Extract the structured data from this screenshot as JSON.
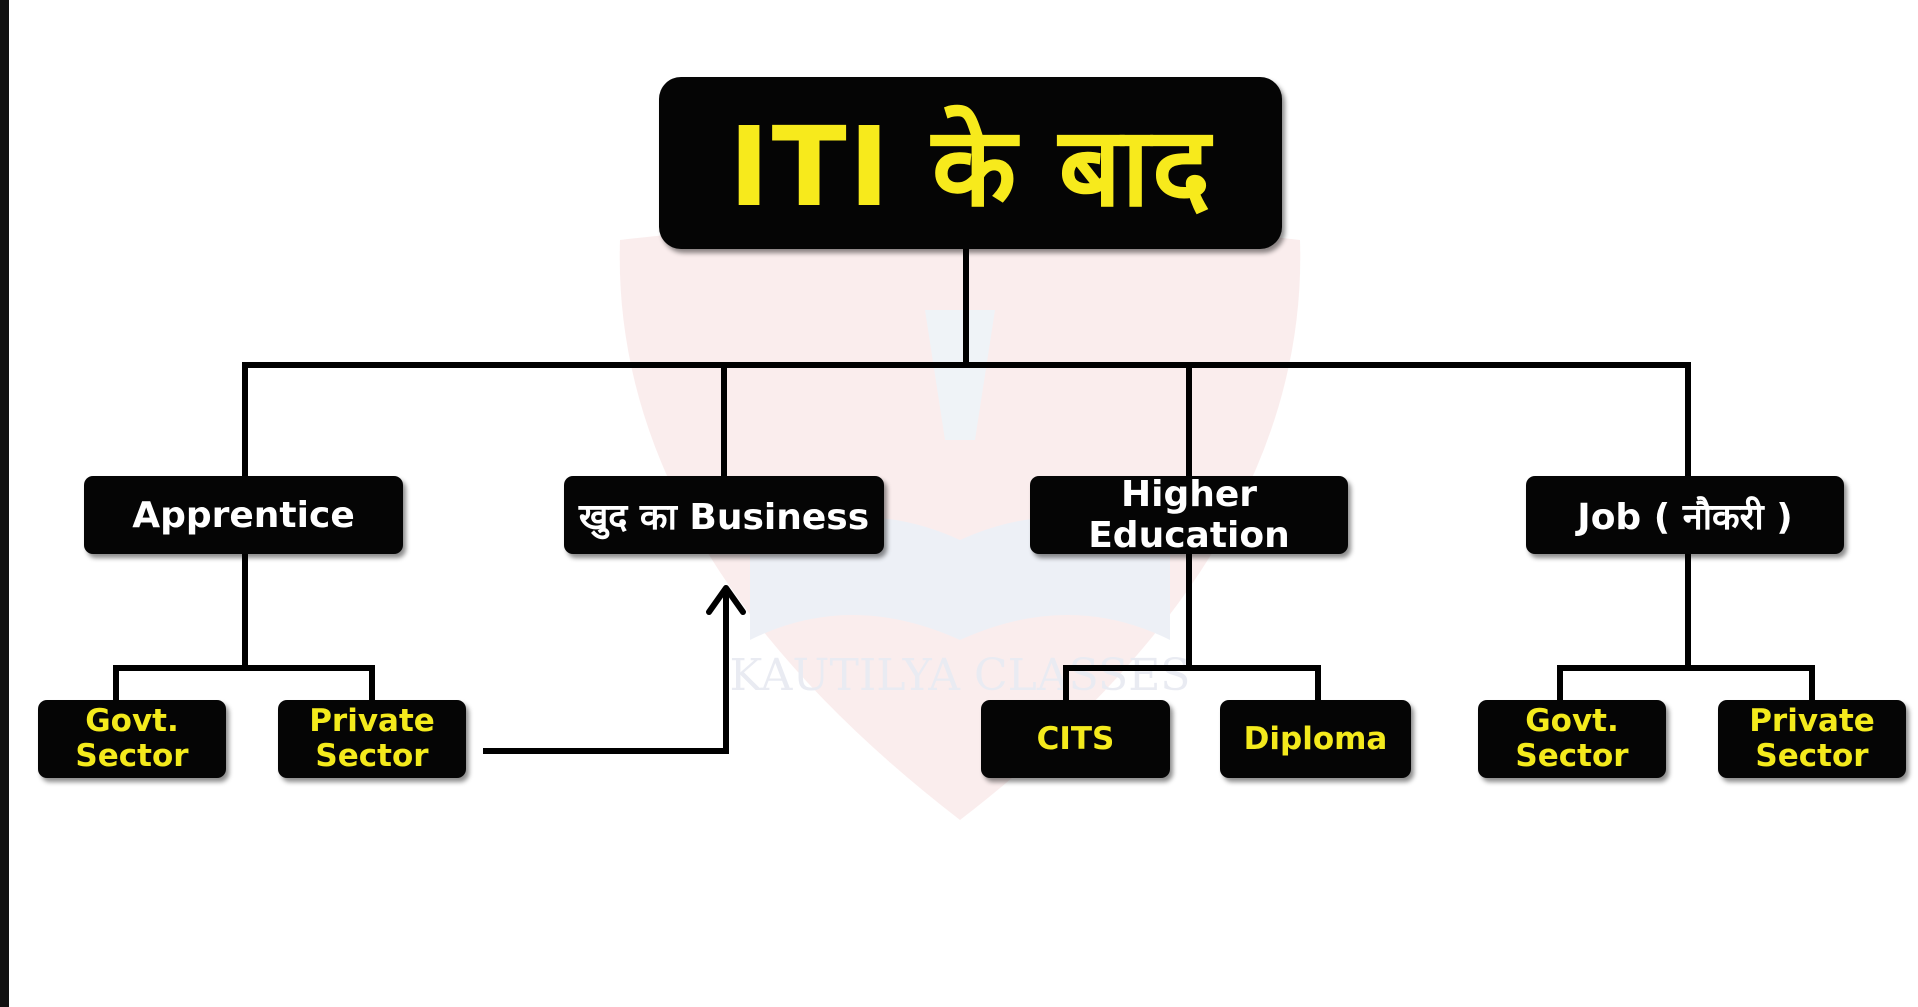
{
  "diagram": {
    "title": "ITI के बाद",
    "branches": [
      {
        "label": "Apprentice",
        "children": [
          "Govt.\nSector",
          "Private\nSector"
        ]
      },
      {
        "label": "खुद का Business",
        "children": []
      },
      {
        "label": "Higher Education",
        "children": [
          "CITS",
          "Diploma"
        ]
      },
      {
        "label": "Job ( नौकरी )",
        "children": [
          "Govt.\nSector",
          "Private\nSector"
        ]
      }
    ],
    "links": [
      {
        "from": "Private Sector",
        "to": "खुद का Business",
        "type": "arrow"
      }
    ]
  },
  "watermark": {
    "text": "KAUTILYA CLASSES"
  },
  "colors": {
    "box_background": "#050505",
    "title_text": "#f7ea1c",
    "leaf_text": "#f4ea1c",
    "branch_text": "#ffffff",
    "connector": "#000000"
  }
}
